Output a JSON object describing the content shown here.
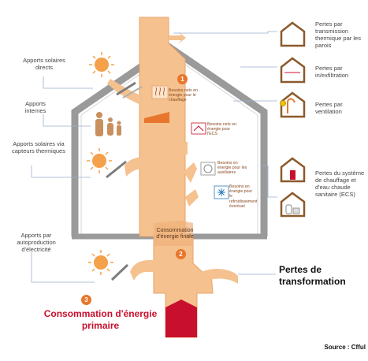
{
  "left_labels": {
    "solar_direct": "Apports solaires directs",
    "internal": "Apports internes",
    "solar_thermal": "Apports solaires via capteurs thermiques",
    "self_production": "Apports par autoproduction d'électricité"
  },
  "right_labels": {
    "wall_losses": "Pertes par transmission thermique par les parois",
    "infiltration_losses": "Pertes par in/exfiltration",
    "ventilation_losses": "Pertes par ventilation",
    "system_losses": "Pertes du système de chauffage et d'eau chaude sanitaire (ECS)"
  },
  "inner_needs": {
    "heating": "Besoins nets en énergie pour le chauffage",
    "dhw": "Besoins nets en énergie pour l'ECS",
    "auxiliaries": "Besoins en énergie pour les auxiliaires",
    "cooling": "Besoins en énergie pour le refroidissement éventuel"
  },
  "final_energy": "Consommation d'énergie finale",
  "transformation_losses": "Pertes de transformation",
  "primary_energy": "Consommation d'énergie primaire",
  "badges": {
    "one": "1",
    "two": "2",
    "three": "3"
  },
  "source": "Source : Cfful",
  "colors": {
    "flow": "#f5c18e",
    "flow_dark": "#e8762c",
    "primary_block": "#c8102e",
    "house_outline": "#9a9a9a",
    "icon_brown": "#8b5a2b",
    "primary_text": "#c8102e"
  }
}
